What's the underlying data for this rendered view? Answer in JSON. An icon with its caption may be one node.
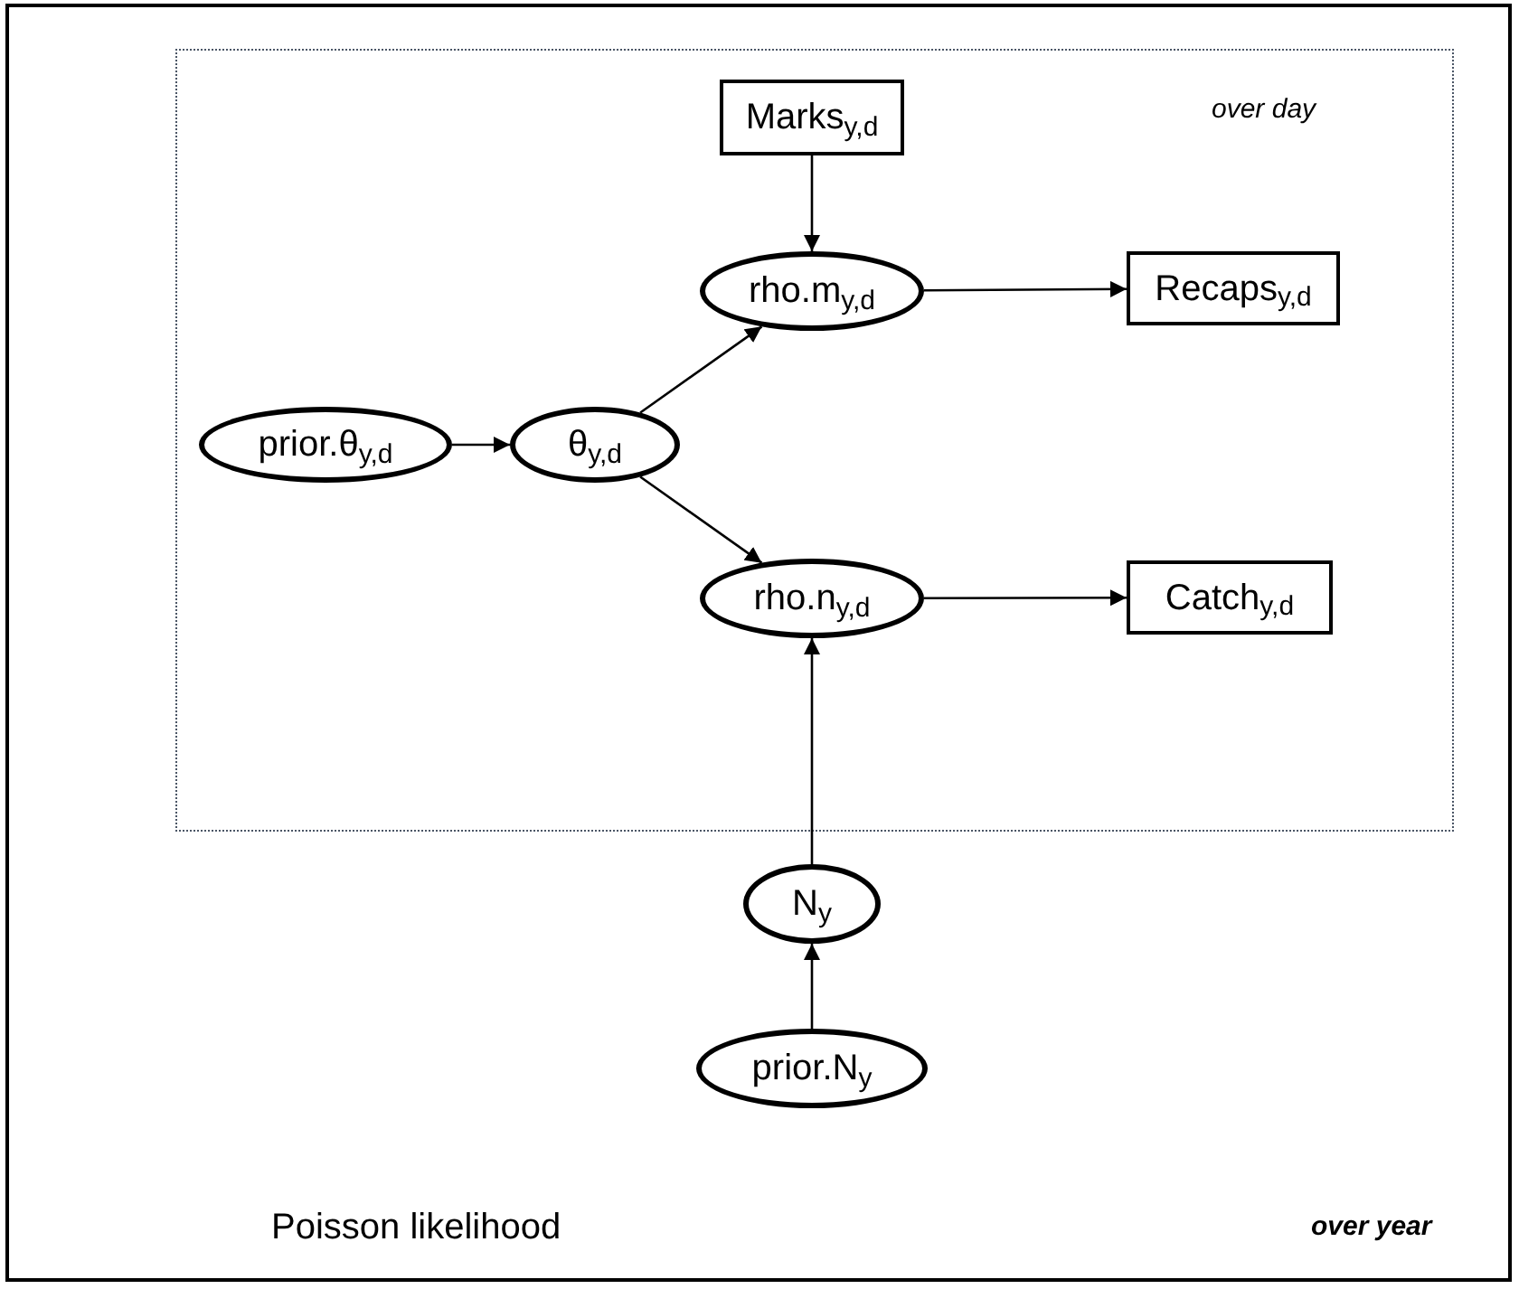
{
  "diagram": {
    "nodes": [
      {
        "text": [
          "Poisson likelihood",
          "over year"
        ]
      },
      {
        "text": [
          "over day"
        ],
        "in": 0
      },
      {
        "text": [
          "Marks$_{y,d}$"
        ],
        "in": 1
      },
      {
        "text": [
          "rho.m$_{y,d}$"
        ],
        "in": 1
      },
      {
        "text": [
          "Recaps$_{y,d}$"
        ],
        "in": 1
      },
      {
        "text": [
          "prior.θ$_{y,d}$"
        ],
        "in": 1
      },
      {
        "text": [
          "θ$_{y,d}$"
        ],
        "in": 1
      },
      {
        "text": [
          "rho.n$_{y,d}$"
        ],
        "in": 1
      },
      {
        "text": [
          "Catch$_{y,d}$"
        ],
        "in": 1
      },
      {
        "text": [
          "N$_{y}$"
        ],
        "in": 0
      },
      {
        "text": [
          "prior.N$_{y}$"
        ],
        "in": 0
      }
    ],
    "edges": [
      {
        "from": 2,
        "to": 3,
        "arrow": "to"
      },
      {
        "from": 3,
        "to": 4,
        "arrow": "to"
      },
      {
        "from": 5,
        "to": 6,
        "arrow": "to"
      },
      {
        "from": 6,
        "to": 3,
        "arrow": "to"
      },
      {
        "from": 6,
        "to": 7,
        "arrow": "to"
      },
      {
        "from": 7,
        "to": 8,
        "arrow": "to"
      },
      {
        "from": 9,
        "to": 7,
        "arrow": "to"
      },
      {
        "from": 10,
        "to": 9,
        "arrow": "to"
      }
    ]
  }
}
